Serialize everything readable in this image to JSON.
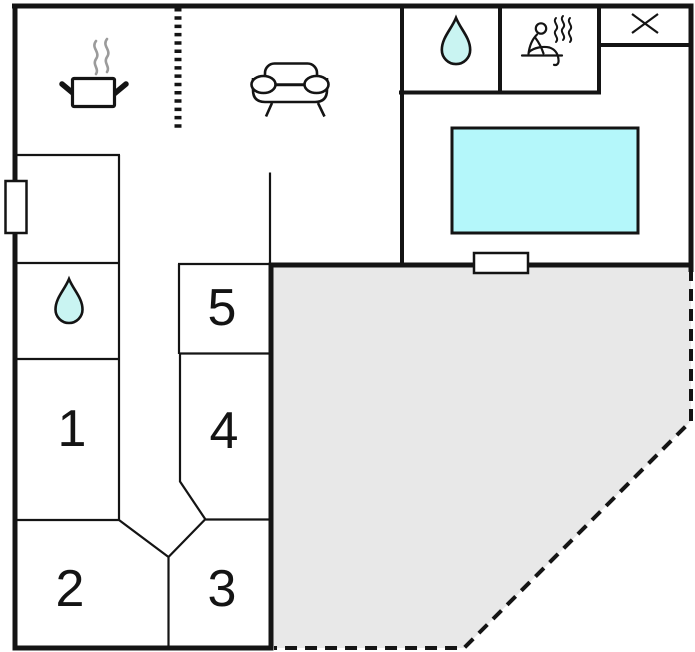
{
  "plan": {
    "type": "floor-plan",
    "labels": {
      "r1": "1",
      "r2": "2",
      "r3": "3",
      "r4": "4",
      "r5": "5"
    },
    "features": {
      "kitchen_icon": "cooking-pot",
      "living_icon": "sofa",
      "bathroom_left_icon": "water-drop",
      "bathroom_top_icon": "water-drop",
      "sauna_icon": "sauna-person",
      "cross_icon": "cross",
      "pool": "swimming-pool",
      "terrace": "terrace-outline-dashed",
      "window_left": "window",
      "door_terrace": "door"
    },
    "colors": {
      "wall": "#141414",
      "water_fill": "#b4f7fa",
      "drop_fill": "#c9f4f2",
      "terrace_fill": "#e8e8e8",
      "steam": "#9b9b9b",
      "background": "#ffffff"
    }
  }
}
